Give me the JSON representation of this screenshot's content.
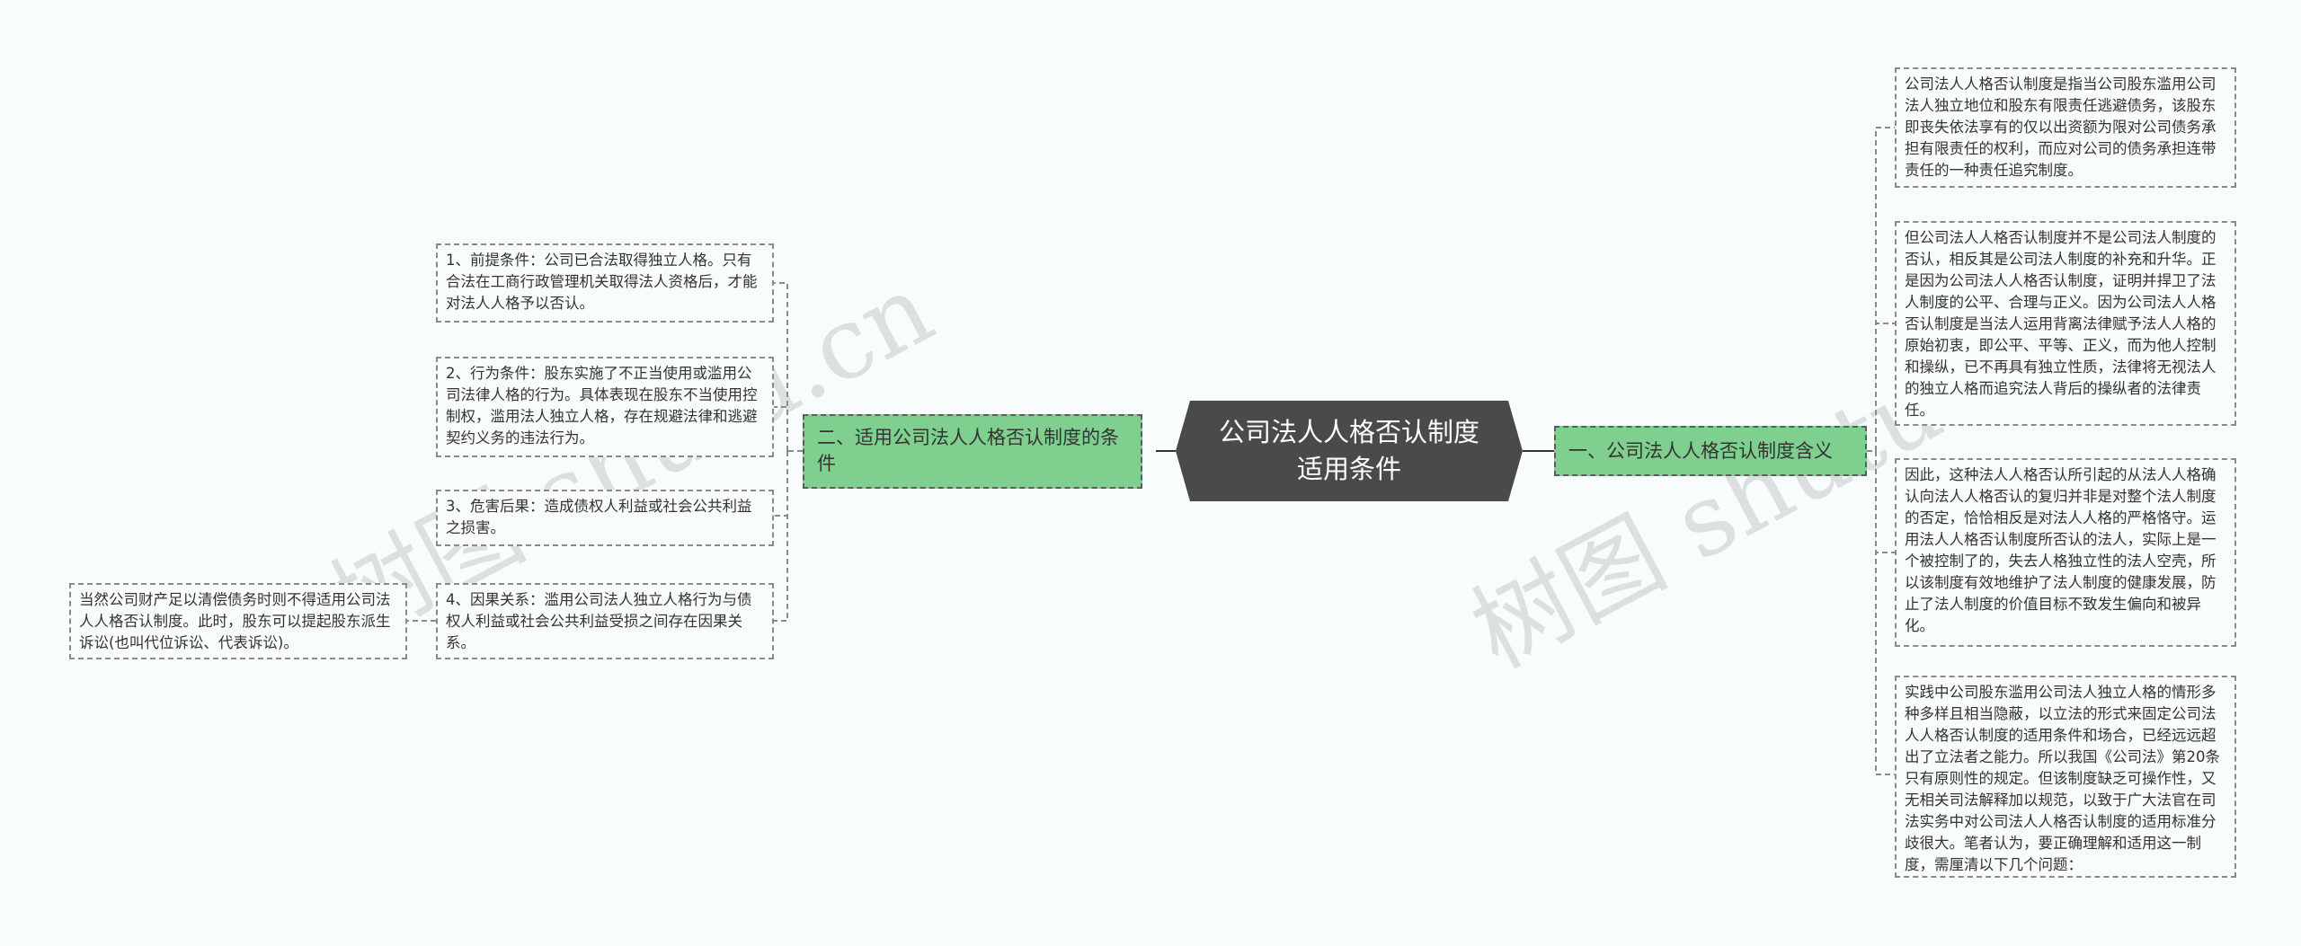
{
  "central": {
    "title": "公司法人人格否认制度适用条件"
  },
  "branches": [
    {
      "label": "一、公司法人人格否认制度含义",
      "children": [
        "公司法人人格否认制度是指当公司股东滥用公司法人独立地位和股东有限责任逃避债务，该股东即丧失依法享有的仅以出资额为限对公司债务承担有限责任的权利，而应对公司的债务承担连带责任的一种责任追究制度。",
        "但公司法人人格否认制度并不是公司法人制度的否认，相反其是公司法人制度的补充和升华。正是因为公司法人人格否认制度，证明并捍卫了法人制度的公平、合理与正义。因为公司法人人格否认制度是当法人运用背离法律赋予法人人格的原始初衷，即公平、平等、正义，而为他人控制和操纵，已不再具有独立性质，法律将无视法人的独立人格而追究法人背后的操纵者的法律责任。",
        "因此，这种法人人格否认所引起的从法人人格确认向法人人格否认的复归并非是对整个法人制度的否定，恰恰相反是对法人人格的严格恪守。运用法人人格否认制度所否认的法人，实际上是一个被控制了的，失去人格独立性的法人空壳，所以该制度有效地维护了法人制度的健康发展，防止了法人制度的价值目标不致发生偏向和被异化。",
        "实践中公司股东滥用公司法人独立人格的情形多种多样且相当隐蔽，以立法的形式来固定公司法人人格否认制度的适用条件和场合，已经远远超出了立法者之能力。所以我国《公司法》第20条只有原则性的规定。但该制度缺乏可操作性，又无相关司法解释加以规范，以致于广大法官在司法实务中对公司法人人格否认制度的适用标准分歧很大。笔者认为，要正确理解和适用这一制度，需厘清以下几个问题："
      ]
    },
    {
      "label": "二、适用公司法人人格否认制度的条件",
      "children": [
        "1、前提条件：公司已合法取得独立人格。只有合法在工商行政管理机关取得法人资格后，才能对法人人格予以否认。",
        "2、行为条件：股东实施了不正当使用或滥用公司法律人格的行为。具体表现在股东不当使用控制权，滥用法人独立人格，存在规避法律和逃避契约义务的违法行为。",
        "3、危害后果：造成债权人利益或社会公共利益之损害。",
        "4、因果关系：滥用公司法人独立人格行为与债权人利益或社会公共利益受损之间存在因果关系。"
      ],
      "sub_leaf": "当然公司财产足以清偿债务时则不得适用公司法人人格否认制度。此时，股东可以提起股东派生诉讼(也叫代位诉讼、代表诉讼)。"
    }
  ],
  "watermarks": [
    "树图 shutu.cn",
    "树图 shutu.cn"
  ],
  "colors": {
    "central_bg": "#4a4a4a",
    "branch_bg": "#7fcf8f",
    "background": "#f8fcfd"
  }
}
